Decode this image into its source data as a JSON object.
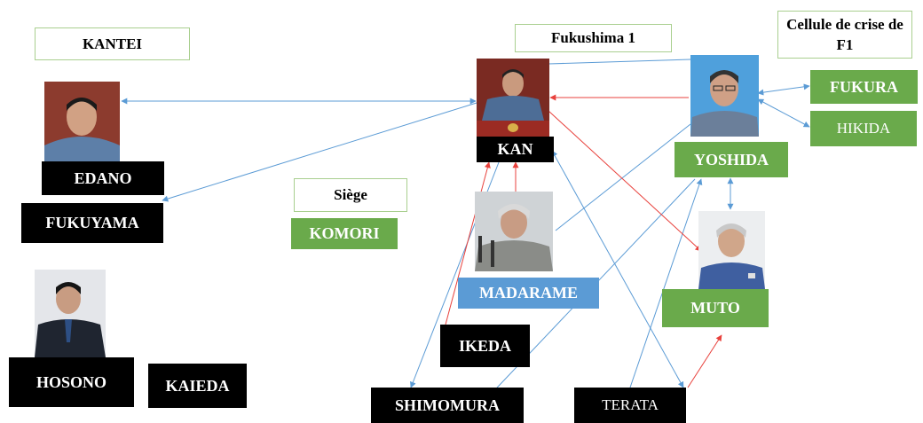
{
  "labels": {
    "kantei": "KANTEI",
    "fukushima": "Fukushima 1",
    "cellule": "Cellule de crise de F1",
    "siege": "Siège"
  },
  "people": {
    "edano": "EDANO",
    "fukuyama": "FUKUYAMA",
    "hosono": "HOSONO",
    "kaieda": "KAIEDA",
    "komori": "KOMORI",
    "kan": "KAN",
    "madarame": "MADARAME",
    "ikeda": "IKEDA",
    "shimomura": "SHIMOMURA",
    "terata": "TERATA",
    "yoshida": "YOSHIDA",
    "fukura": "FUKURA",
    "hikida": "HIKIDA",
    "muto": "MUTO"
  },
  "photos": {
    "edano": "portrait-photo",
    "kan": "portrait-photo",
    "madarame": "portrait-photo",
    "hosono": "portrait-photo",
    "yoshida": "portrait-photo",
    "muto": "portrait-photo"
  },
  "colors": {
    "blue_arrow": "#5b9bd5",
    "red_arrow": "#e8413c",
    "green_box": "#6aaa4b",
    "blue_box": "#5b9bd5",
    "black_box": "#000000",
    "frame_border": "#a9cf8f"
  }
}
